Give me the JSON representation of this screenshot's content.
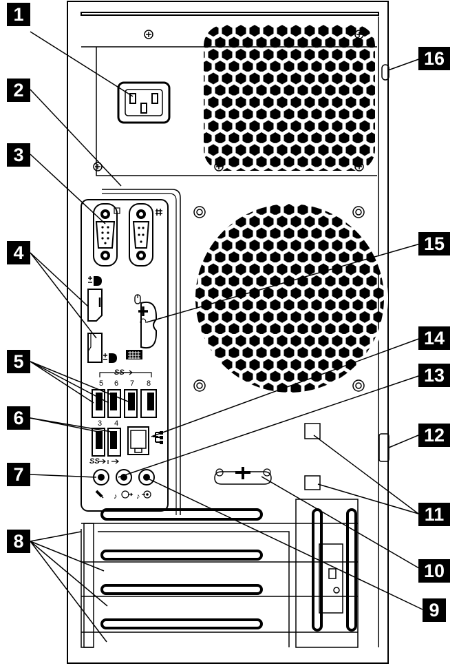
{
  "callouts": {
    "c1": "1",
    "c2": "2",
    "c3": "3",
    "c4": "4",
    "c5": "5",
    "c6": "6",
    "c7": "7",
    "c8": "8",
    "c9": "9",
    "c10": "10",
    "c11": "11",
    "c12": "12",
    "c13": "13",
    "c14": "14",
    "c15": "15",
    "c16": "16"
  },
  "port_labels": {
    "usb5": "5",
    "usb6": "6",
    "usb7": "7",
    "usb8": "8",
    "usb3": "3",
    "usb4": "4"
  },
  "icons": [
    "power-connector-icon",
    "vga-port-icon",
    "serial-port-icon",
    "displayport-icon",
    "usb-port-icon",
    "ethernet-port-icon",
    "microphone-jack-icon",
    "audio-line-out-icon",
    "audio-line-in-icon",
    "ps2-port-icon",
    "keyboard-icon",
    "mouse-icon",
    "security-lock-slot-icon"
  ],
  "colors": {
    "ink": "#000000",
    "paper": "#ffffff"
  }
}
